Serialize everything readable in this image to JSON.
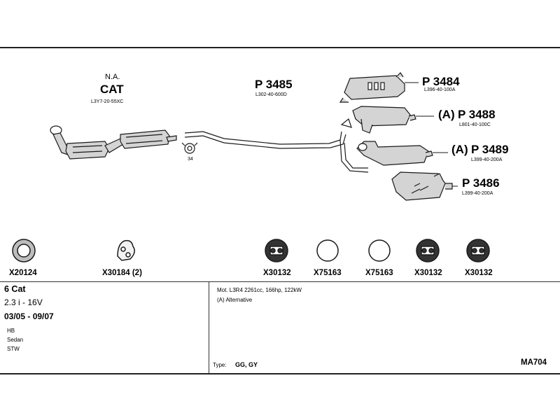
{
  "catalyst": {
    "na_label": "N.A.",
    "cat_label": "CAT",
    "code": "L3Y7-20-55XC"
  },
  "clamp_label": "34",
  "parts": [
    {
      "number": "P 3485",
      "prefix": "",
      "code": "L302-40-600D"
    },
    {
      "number": "P 3484",
      "prefix": "",
      "code": "L396-40-100A"
    },
    {
      "number": "P 3488",
      "prefix": "(A)",
      "code": "L801-40-100C"
    },
    {
      "number": "P 3489",
      "prefix": "(A)",
      "code": "L399-40-200A"
    },
    {
      "number": "P 3486",
      "prefix": "",
      "code": "L399-40-200A"
    }
  ],
  "accessories": [
    {
      "code": "X20124",
      "icon": "gasket-ring-icon"
    },
    {
      "code": "X30184 (2)",
      "icon": "rubber-hanger-icon"
    },
    {
      "code": "X30132",
      "icon": "rubber-mount-icon"
    },
    {
      "code": "X75163",
      "icon": "ring-icon"
    },
    {
      "code": "X75163",
      "icon": "ring-icon"
    },
    {
      "code": "X30132",
      "icon": "rubber-mount-icon"
    },
    {
      "code": "X30132",
      "icon": "rubber-mount-icon"
    }
  ],
  "info": {
    "cat_type": "6 Cat",
    "engine": "2.3 i - 16V",
    "years": "03/05 - 09/07",
    "bodies": [
      "HB",
      "Sedan",
      "STW"
    ]
  },
  "details": {
    "motor": "Mot. L3R4 2261cc, 166hp, 122kW",
    "alternative": "(A) Alternative",
    "type_label": "Type:",
    "type_value": "GG, GY"
  },
  "kit_code": "MA704",
  "colors": {
    "line": "#1a1a1a",
    "part_fill": "#d4d4d4",
    "dark": "#222222"
  }
}
